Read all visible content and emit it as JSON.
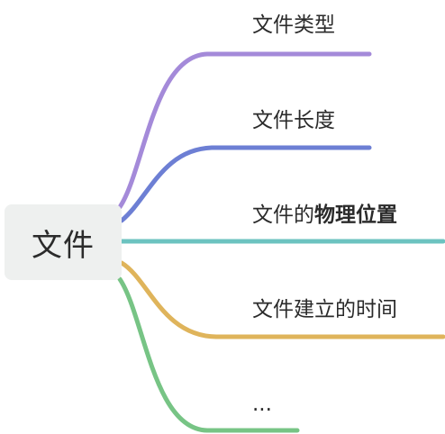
{
  "root": {
    "label": "文件"
  },
  "branches": [
    {
      "label": "文件类型",
      "color": "#a48ad9"
    },
    {
      "label": "文件长度",
      "color": "#6d7fd4"
    },
    {
      "label_normal": "文件的",
      "label_bold": "物理位置",
      "color": "#6cc3c0"
    },
    {
      "label": "文件建立的时间",
      "color": "#dfb45b"
    },
    {
      "label": "...",
      "color": "#77c485"
    }
  ]
}
